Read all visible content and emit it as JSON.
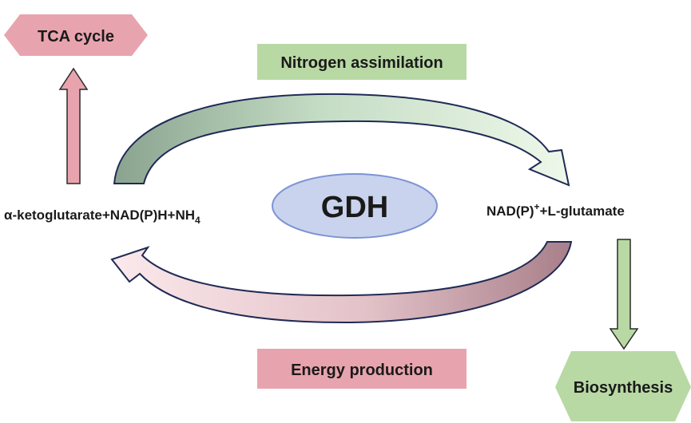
{
  "labels": {
    "tca": "TCA cycle",
    "nitrogen": "Nitrogen assimilation",
    "energy": "Energy production",
    "biosynthesis": "Biosynthesis",
    "enzyme": "GDH",
    "left_compound": "α-ketoglutarate+NAD(P)H+NH",
    "left_compound_sub": "4",
    "right_compound_a": "NAD(P)",
    "right_compound_sup": "+",
    "right_compound_b": "+L-glutamate"
  },
  "colors": {
    "pink_box": "#e8a4ae",
    "green_box": "#b8d9a4",
    "ellipse_fill": "#c9d3ee",
    "ellipse_stroke": "#7d94d3",
    "outline": "#1f2a55"
  }
}
